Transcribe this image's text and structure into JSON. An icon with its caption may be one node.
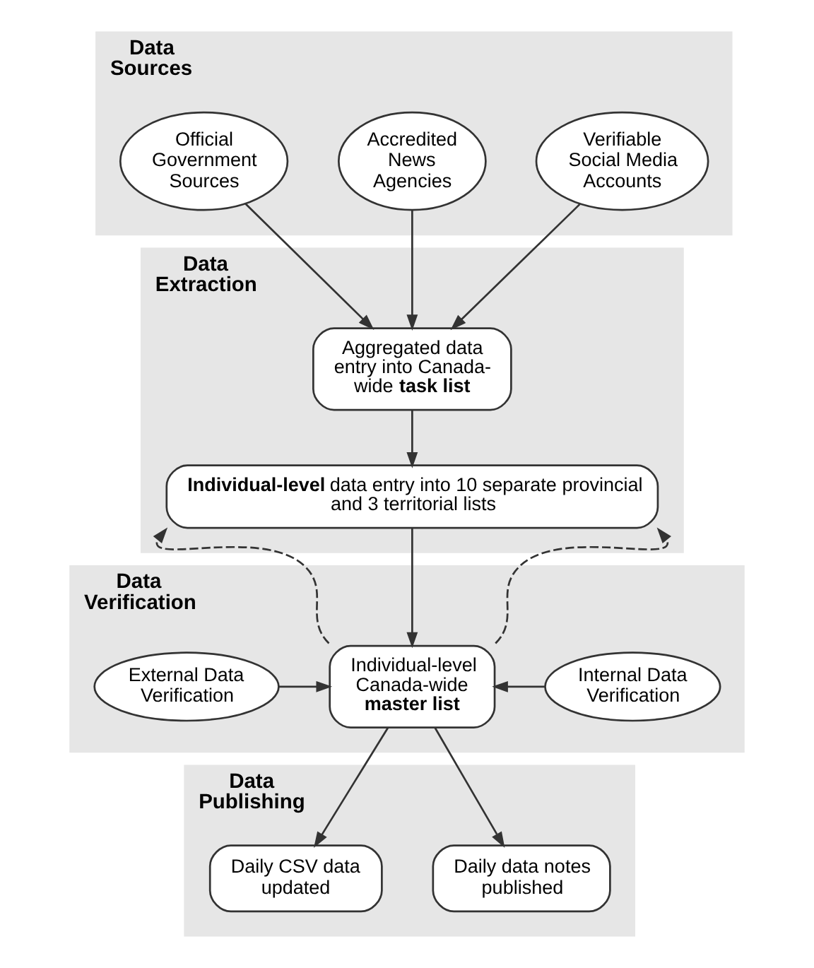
{
  "diagram": {
    "nodes": [
      {
        "text": [
          "Data Sources"
        ]
      },
      {
        "text": [
          "Official Government Sources"
        ],
        "in": 0
      },
      {
        "text": [
          "Accredited News Agencies"
        ],
        "in": 0
      },
      {
        "text": [
          "Verifiable Social Media Accounts"
        ],
        "in": 0
      },
      {
        "text": [
          "Data Extraction"
        ]
      },
      {
        "text": [
          "Aggregated data entry into Canada-wide **task list**"
        ],
        "in": 4
      },
      {
        "text": [
          "**Individual-level** data entry into 10 separate provincial and 3 territorial lists"
        ],
        "in": 4
      },
      {
        "text": [
          "Data Verification"
        ]
      },
      {
        "text": [
          "Individual-level Canada-wide **master list**"
        ],
        "in": 7
      },
      {
        "text": [
          "External Data Verification"
        ],
        "in": 7
      },
      {
        "text": [
          "Internal Data Verification"
        ],
        "in": 7
      },
      {
        "text": [
          "Data Publishing"
        ]
      },
      {
        "text": [
          "Daily CSV data updated"
        ],
        "in": 11
      },
      {
        "text": [
          "Daily data notes published"
        ],
        "in": 11
      }
    ],
    "edges": [
      {
        "from": 1,
        "to": 5,
        "arrow": "to"
      },
      {
        "from": 2,
        "to": 5,
        "arrow": "to"
      },
      {
        "from": 3,
        "to": 5,
        "arrow": "to"
      },
      {
        "from": 5,
        "to": 6,
        "arrow": "to"
      },
      {
        "from": 6,
        "to": 8,
        "arrow": "to"
      },
      {
        "from": 8,
        "to": 6,
        "arrow": "to",
        "style": "dashed"
      },
      {
        "from": 8,
        "to": 6,
        "arrow": "to",
        "style": "dashed"
      },
      {
        "from": 9,
        "to": 8,
        "arrow": "to"
      },
      {
        "from": 10,
        "to": 8,
        "arrow": "to"
      },
      {
        "from": 8,
        "to": 12,
        "arrow": "to"
      },
      {
        "from": 8,
        "to": 13,
        "arrow": "to"
      }
    ]
  }
}
